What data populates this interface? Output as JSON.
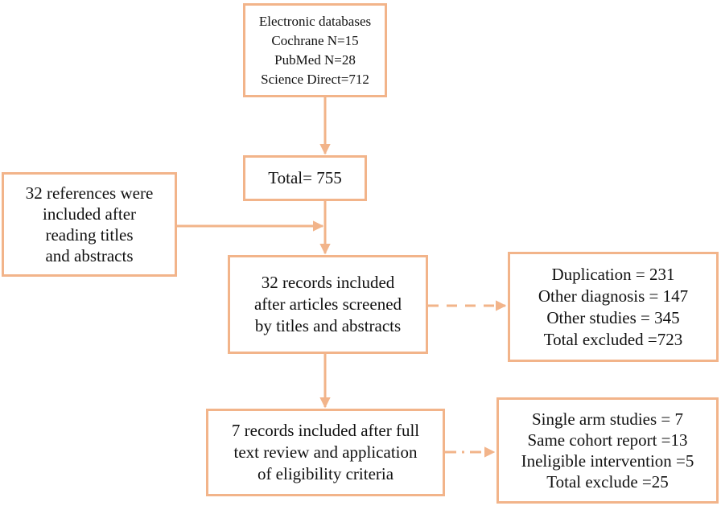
{
  "flowchart": {
    "databases": {
      "lines": [
        "Electronic databases",
        "Cochrane N=15",
        "PubMed N=28",
        "Science Direct=712"
      ]
    },
    "total": {
      "lines": [
        "Total= 755"
      ]
    },
    "references": {
      "lines": [
        "32 references were",
        "included after",
        "reading titles",
        "and abstracts"
      ]
    },
    "screened": {
      "lines": [
        "32 records included",
        "after articles screened",
        "by titles and abstracts"
      ]
    },
    "excluded_first": {
      "lines": [
        "Duplication = 231",
        "Other diagnosis = 147",
        "Other studies = 345",
        "Total excluded =723"
      ]
    },
    "full_text": {
      "lines": [
        "7 records included after full",
        "text review and application",
        "of eligibility criteria"
      ]
    },
    "excluded_second": {
      "lines": [
        "Single arm studies = 7",
        "Same cohort report =13",
        "Ineligible intervention =5",
        "Total exclude =25"
      ]
    }
  },
  "colors": {
    "box_border": "#f2b48a",
    "connector": "#f2b48a",
    "text": "#111111",
    "background": "#ffffff"
  }
}
